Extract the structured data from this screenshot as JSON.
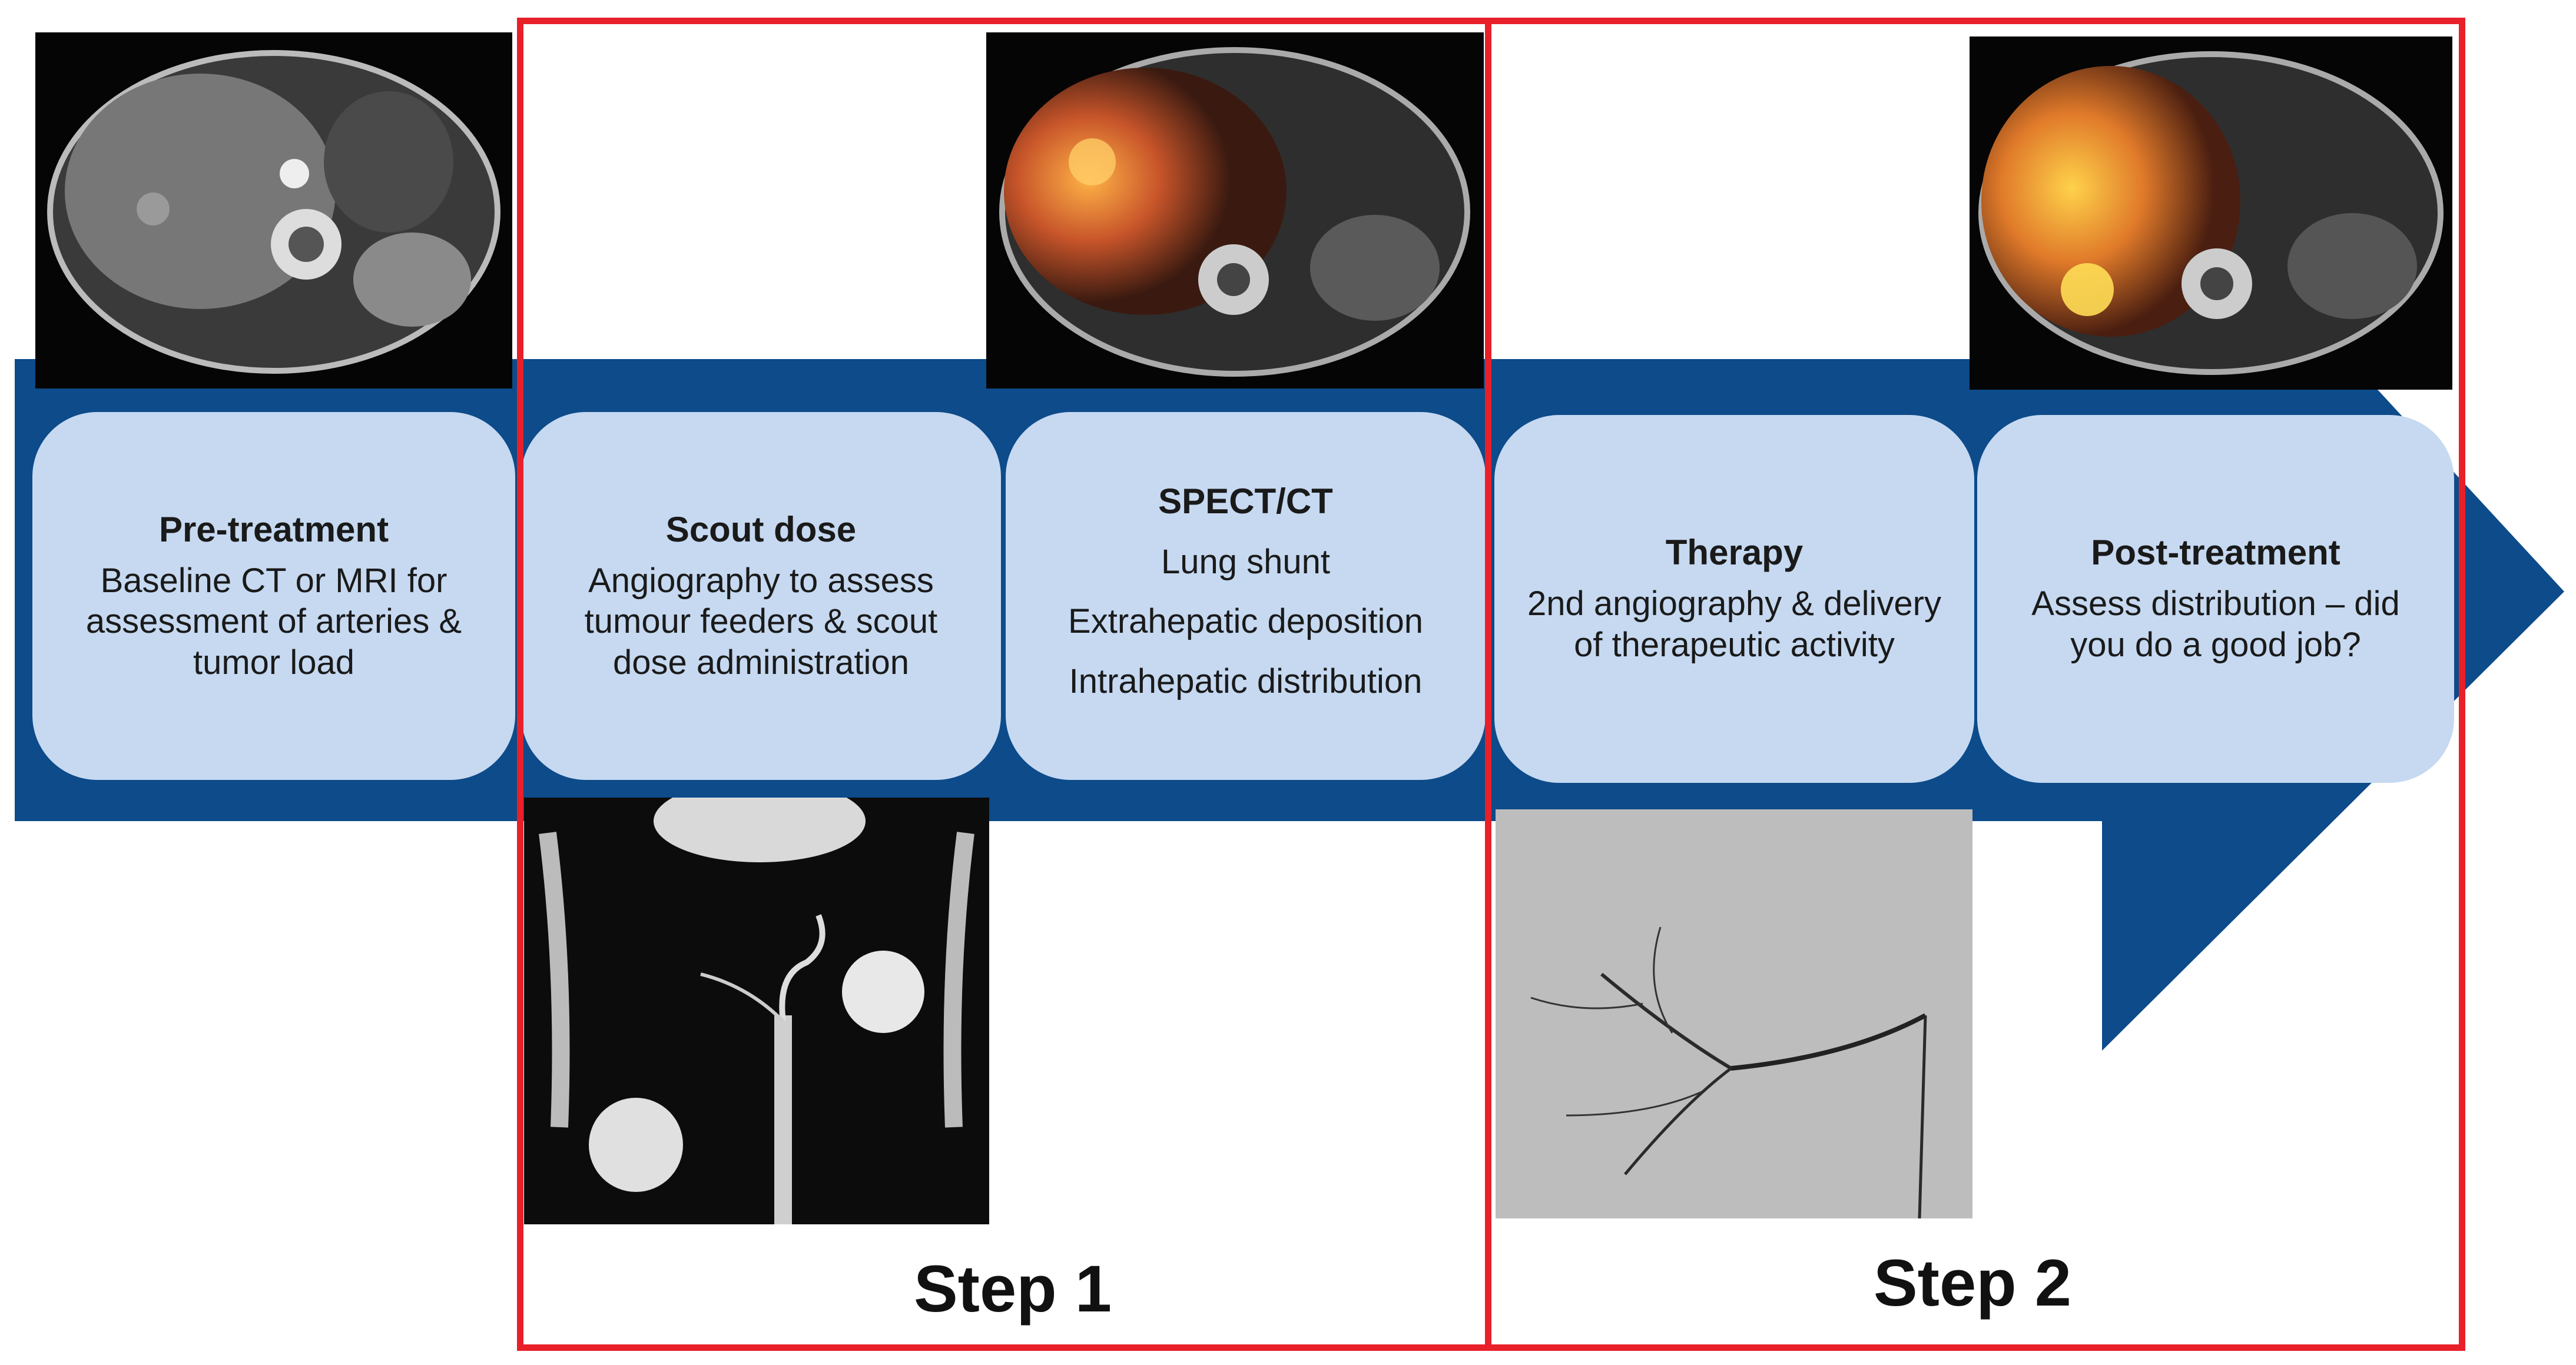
{
  "colors": {
    "arrow": "#0d4b8a",
    "box": "#c6d9f1",
    "frame": "#e8202a"
  },
  "steps": [
    {
      "title": "Pre-treatment",
      "desc": "Baseline CT or MRI for assessment of arteries & tumor load"
    },
    {
      "title": "Scout dose",
      "desc": "Angiography to assess tumour feeders & scout dose administration"
    },
    {
      "title": "SPECT/CT",
      "lines": [
        "Lung shunt",
        "Extrahepatic deposition",
        "Intrahepatic distribution"
      ]
    },
    {
      "title": "Therapy",
      "desc": "2nd angiography & delivery of therapeutic activity"
    },
    {
      "title": "Post-treatment",
      "desc": "Assess distribution – did you do a good job?"
    }
  ],
  "groups": [
    {
      "label": "Step 1"
    },
    {
      "label": "Step 2"
    }
  ]
}
